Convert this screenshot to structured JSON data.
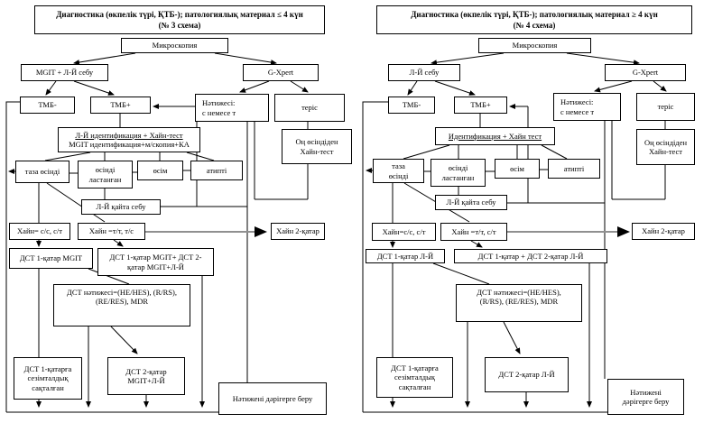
{
  "scheme3": {
    "title": [
      "Диагностика (өкпелік түрі, ҚТБ-); патологиялық материал ≤ 4 күн",
      "(№ 3 схема)"
    ],
    "microscopy": "Микроскопия",
    "seed": "MGIT + Л-Й себу",
    "gxpert": "G-Xpert",
    "tmb_neg": "ТМБ-",
    "tmb_pos": "ТМБ+",
    "result": [
      "Нәтижесі:",
      "с немесе т"
    ],
    "negative": "теріс",
    "identification": [
      "Л-Й идентификация + Хайн-тест",
      "MGIT идентификация+м/скопия+КА"
    ],
    "pure_culture": [
      "таза өсінді"
    ],
    "contaminated": [
      "өсінді",
      "ластанған"
    ],
    "growth": "өсім",
    "atypical": "атипті",
    "pos_hain": [
      "Оң өсіндіден",
      "Хайн-тест"
    ],
    "reseed": "Л-Й қайта себу",
    "hain_ss": "Хайн= с/с, с/т",
    "hain_tt": "Хайн =т/т, т/с",
    "hain_2row": "Хайн 2-қатар",
    "dst1": "ДСТ 1-қатар MGIT",
    "dst12": [
      "ДСТ 1-қатар MGIT+ ДСТ 2-",
      "қатар MGIT+Л-Й"
    ],
    "dst_result": [
      "ДСТ нәтижесі=(HE/HES), (R/RS),",
      "(RE/RES), MDR"
    ],
    "dst1_preserved": [
      "ДСТ 1-қатарға",
      "сезімталдық",
      "сақталған"
    ],
    "dst2": [
      "ДСТ 2-қатар",
      "MGIT+Л-Й"
    ],
    "report": [
      "Нәтижені дәрігерге беру"
    ]
  },
  "scheme4": {
    "title": [
      "Диагностика (өкпелік түрі, ҚТБ-); патологиялық материал  ≥ 4 күн",
      "(№ 4 схема)"
    ],
    "microscopy": "Микроскопия",
    "seed": "Л-Й себу",
    "gxpert": "G-Xpert",
    "tmb_neg": "ТМБ-",
    "tmb_pos": "ТМБ+",
    "result": [
      "Нәтижесі:",
      "с немесе т"
    ],
    "negative": "теріс",
    "identification": [
      "Идентификация + Хайн тест"
    ],
    "pure_culture": [
      "таза",
      "өсінді"
    ],
    "contaminated": [
      "өсінді",
      "ластанған"
    ],
    "growth": "өсім",
    "atypical": "атипті",
    "pos_hain": [
      "Оң өсіндіден",
      "Хайн-тест"
    ],
    "reseed": "Л-Й қайта себу",
    "hain_ss": "Хайн=с/с, с/т",
    "hain_tt": "Хайн =т/т, с/т",
    "hain_2row": "Хайн 2-қатар",
    "dst1": "ДСТ 1-қатар Л-Й",
    "dst12": "ДСТ 1-қатар + ДСТ 2-қатар Л-Й",
    "dst_result": [
      "ДСТ нәтижесі=(HE/HES),",
      "(R/RS), (RE/RES), MDR"
    ],
    "dst1_preserved": [
      "ДСТ 1-қатарға",
      "сезімталдық",
      "сақталған"
    ],
    "dst2": "ДСТ 2-қатар Л-Й",
    "report": [
      "Нәтижені",
      "дәрігерге беру"
    ]
  },
  "colors": {
    "line": "#000000",
    "gray_arrow": "#909090",
    "background": "#ffffff"
  }
}
